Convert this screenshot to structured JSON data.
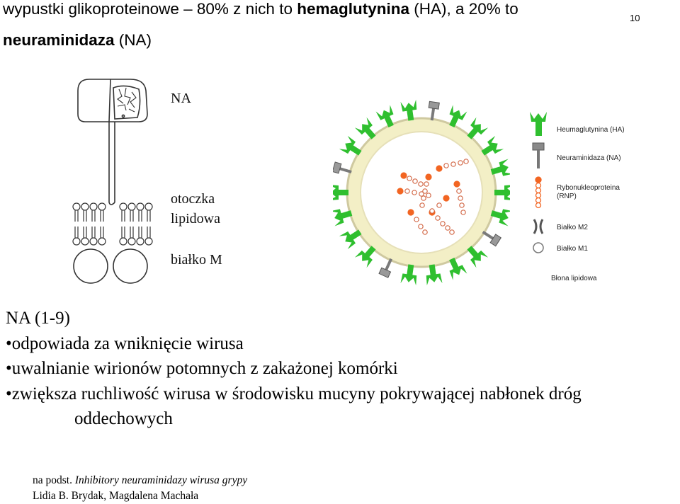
{
  "header": {
    "title_part1": "wypustki glikoproteinowe – 80% z nich to ",
    "title_bold1": "hemaglutynina",
    "title_part2": " (HA), a 20% to",
    "title_bold2": "neuraminidaza",
    "title_part3": " (NA)",
    "page_number": "10"
  },
  "diagram_na": {
    "label_na": "NA",
    "label_otoczka": "otoczka",
    "label_lipidowa": "lipidowa",
    "label_bialko": "białko M"
  },
  "virion_legend": {
    "items": [
      "Heumaglutynina (HA)",
      "Neuraminidaza (NA)",
      "Rybonukleoproteina",
      "(RNP)",
      "Białko M2",
      "Białko M1",
      "Błona lipidowa"
    ],
    "colors": {
      "ha": "#2fbf2f",
      "na": "#7a7a7a",
      "rnp": "#f26522",
      "membrane": "#f5f0c8",
      "interior": "#ffffff"
    }
  },
  "body": {
    "heading": "NA (1-9)",
    "bullets": [
      "•odpowiada za wniknięcie wirusa",
      "•uwalnianie wirionów potomnych z zakażonej komórki",
      "•zwiększa ruchliwość wirusa w środowisku mucyny pokrywającej nabłonek dróg",
      "oddechowych"
    ]
  },
  "footer": {
    "prefix": "na podst. ",
    "italic": "Inhibitory neuraminidazy wirusa grypy",
    "authors": "Lidia B. Brydak, Magdalena Machała"
  }
}
